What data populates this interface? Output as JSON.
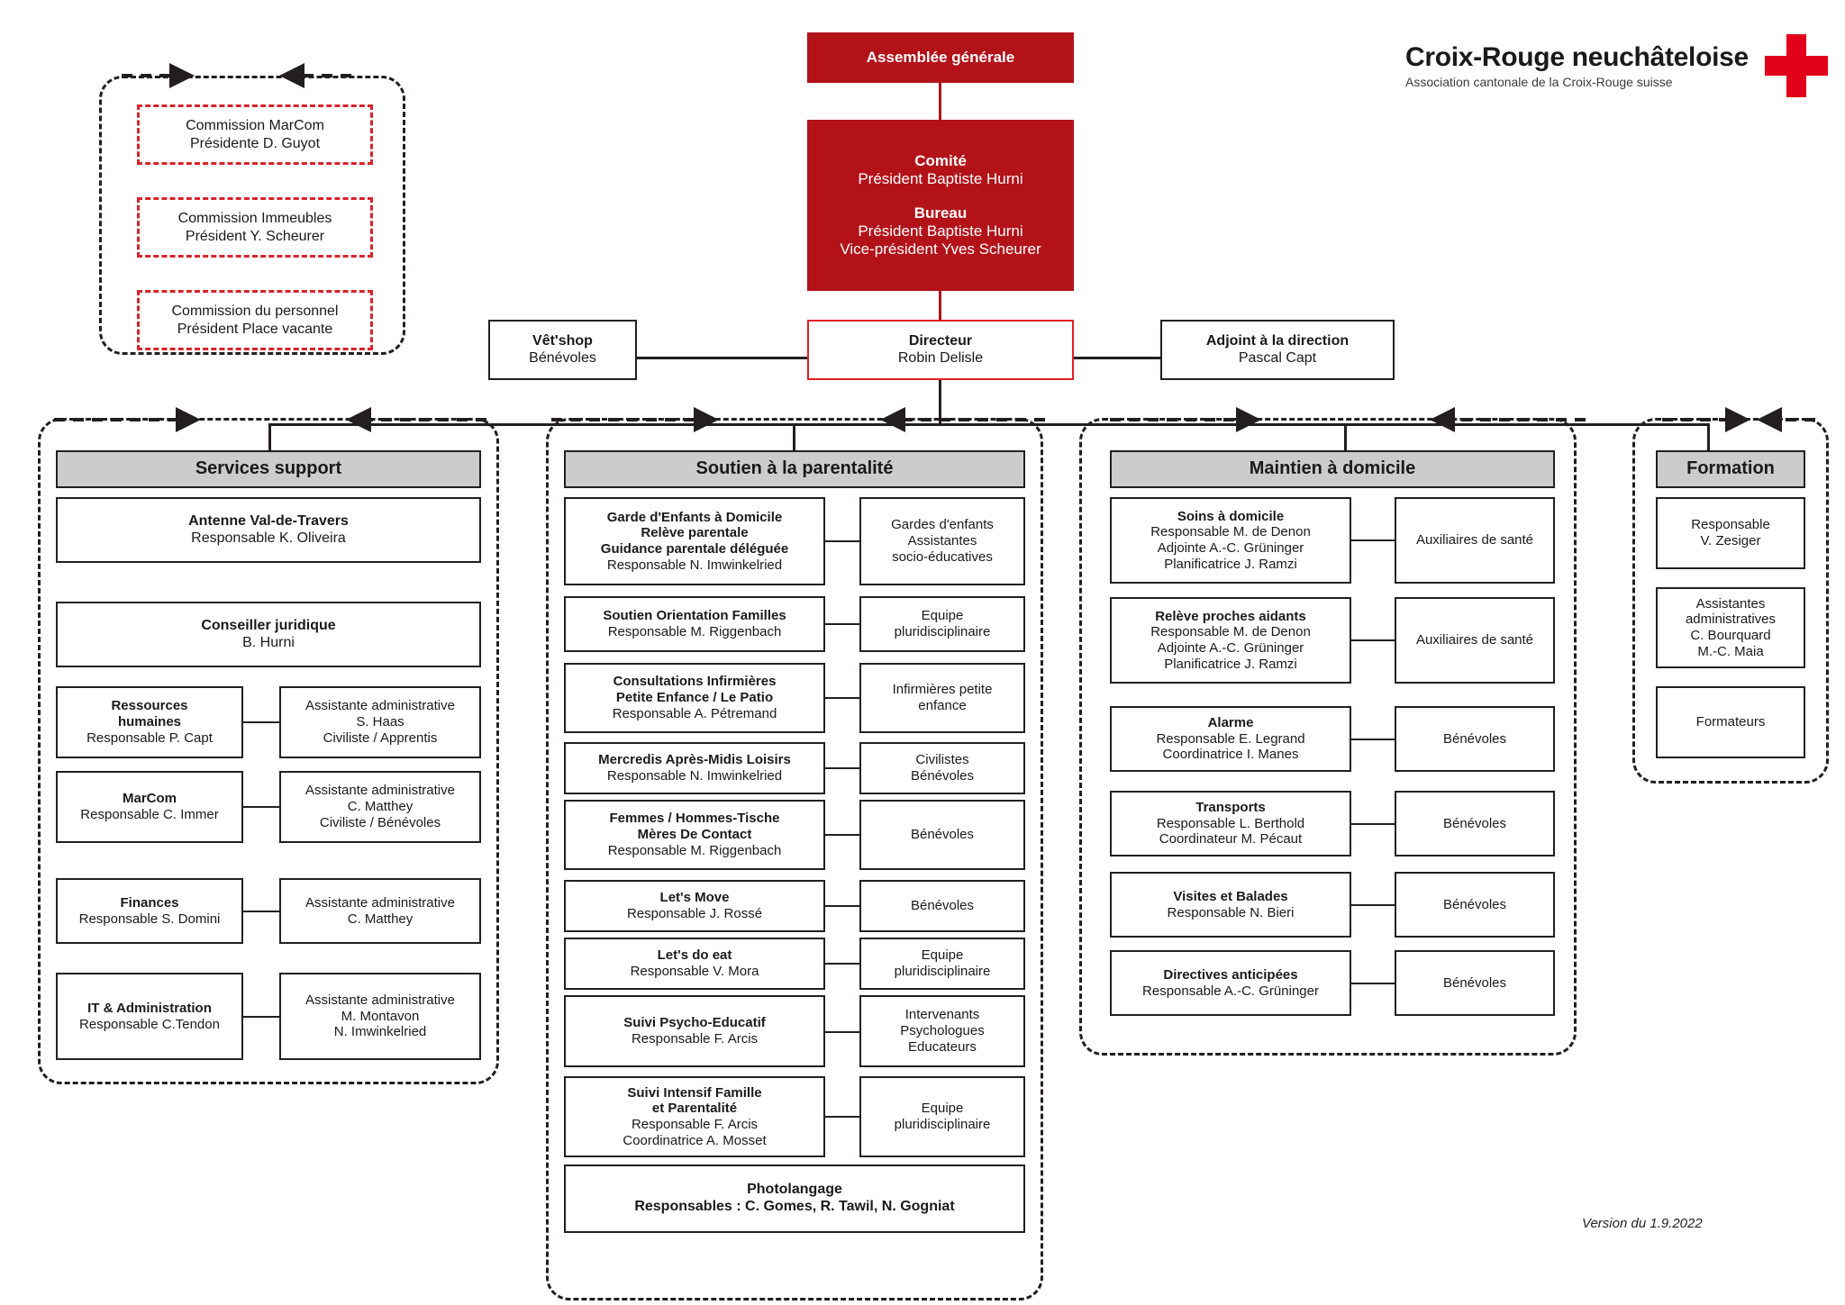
{
  "logo": {
    "title": "Croix-Rouge neuchâteloise",
    "subtitle": "Association cantonale de la Croix-Rouge suisse",
    "icon": "red-cross-icon"
  },
  "version": "Version du 1.9.2022",
  "colors": {
    "red": "#B31219",
    "red_outline": "#E01F26",
    "commission_red": "#D8232A",
    "header_gray": "#CCCCCC",
    "logo_red": "#E2001A"
  },
  "top": {
    "assembly": {
      "title": "Assemblée générale"
    },
    "committee": {
      "comite_title": "Comité",
      "comite_line": "Président Baptiste Hurni",
      "bureau_title": "Bureau",
      "bureau_line1": "Président Baptiste Hurni",
      "bureau_line2": "Vice-président Yves Scheurer"
    },
    "director": {
      "title": "Directeur",
      "name": "Robin Delisle"
    },
    "vetshop": {
      "title": "Vêt'shop",
      "name": "Bénévoles"
    },
    "adjoint": {
      "title": "Adjoint à la direction",
      "name": "Pascal Capt"
    }
  },
  "commissions": [
    {
      "title": "Commission MarCom",
      "name": "Présidente D. Guyot"
    },
    {
      "title": "Commission Immeubles",
      "name": "Président Y. Scheurer"
    },
    {
      "title": "Commission du personnel",
      "name": "Président Place vacante"
    }
  ],
  "groups": {
    "services_support": {
      "header": "Services support",
      "wide": [
        {
          "title": "Antenne Val-de-Travers",
          "lines": [
            "Responsable K. Oliveira"
          ]
        },
        {
          "title": "Conseiller juridique",
          "lines": [
            "B. Hurni"
          ]
        }
      ],
      "pairs": [
        {
          "left_title": [
            "Ressources",
            "humaines"
          ],
          "left_lines": [
            "Responsable P. Capt"
          ],
          "right_lines": [
            "Assistante administrative",
            "S. Haas",
            "Civiliste / Apprentis"
          ]
        },
        {
          "left_title": [
            "MarCom"
          ],
          "left_lines": [
            "Responsable C. Immer"
          ],
          "right_lines": [
            "Assistante administrative",
            "C. Matthey",
            "Civiliste / Bénévoles"
          ]
        },
        {
          "left_title": [
            "Finances"
          ],
          "left_lines": [
            "Responsable S. Domini"
          ],
          "right_lines": [
            "Assistante administrative",
            "C. Matthey"
          ]
        },
        {
          "left_title": [
            "IT & Administration"
          ],
          "left_lines": [
            "Responsable C.Tendon"
          ],
          "right_lines": [
            "Assistante administrative",
            "M. Montavon",
            "N. Imwinkelried"
          ]
        }
      ]
    },
    "soutien_parentalite": {
      "header": "Soutien à la parentalité",
      "pairs": [
        {
          "left_title": [
            "Garde d'Enfants à Domicile",
            "Relève parentale",
            "Guidance parentale déléguée"
          ],
          "left_lines": [
            "Responsable  N. Imwinkelried"
          ],
          "right_lines": [
            "Gardes d'enfants",
            "Assistantes",
            "socio-éducatives"
          ]
        },
        {
          "left_title": [
            "Soutien Orientation Familles"
          ],
          "left_lines": [
            "Responsable  M. Riggenbach"
          ],
          "right_lines": [
            "Equipe",
            "pluridisciplinaire"
          ]
        },
        {
          "left_title": [
            "Consultations Infirmières",
            "Petite Enfance / Le Patio"
          ],
          "left_lines": [
            "Responsable A. Pétremand"
          ],
          "right_lines": [
            "Infirmières petite",
            "enfance"
          ]
        },
        {
          "left_title": [
            "Mercredis Après-Midis Loisirs"
          ],
          "left_lines": [
            "Responsable N. Imwinkelried"
          ],
          "right_lines": [
            "Civilistes",
            "Bénévoles"
          ]
        },
        {
          "left_title": [
            "Femmes / Hommes-Tische",
            "Mères De Contact"
          ],
          "left_lines": [
            "Responsable M. Riggenbach"
          ],
          "right_lines": [
            "Bénévoles"
          ]
        },
        {
          "left_title": [
            "Let's Move"
          ],
          "left_lines": [
            "Responsable J. Rossé"
          ],
          "right_lines": [
            "Bénévoles"
          ]
        },
        {
          "left_title": [
            "Let's do eat"
          ],
          "left_lines": [
            "Responsable V. Mora"
          ],
          "right_lines": [
            "Equipe",
            "pluridisciplinaire"
          ]
        },
        {
          "left_title": [
            "Suivi Psycho-Educatif"
          ],
          "left_lines": [
            "Responsable F. Arcis"
          ],
          "right_lines": [
            "Intervenants",
            "Psychologues",
            "Educateurs"
          ]
        },
        {
          "left_title": [
            "Suivi Intensif Famille",
            "et Parentalité"
          ],
          "left_lines": [
            "Responsable F. Arcis",
            "Coordinatrice A. Mosset"
          ],
          "right_lines": [
            "Equipe",
            "pluridisciplinaire"
          ]
        }
      ],
      "full": {
        "title": "Photolangage",
        "subtitle": "Responsables : C. Gomes, R. Tawil, N. Gogniat"
      }
    },
    "maintien_domicile": {
      "header": "Maintien à domicile",
      "pairs": [
        {
          "left_title": [
            "Soins à domicile"
          ],
          "left_lines": [
            "Responsable M. de Denon",
            "Adjointe A.-C. Grüninger",
            "Planificatrice J. Ramzi"
          ],
          "right_lines": [
            "Auxiliaires de santé"
          ]
        },
        {
          "left_title": [
            "Relève proches aidants"
          ],
          "left_lines": [
            "Responsable M. de Denon",
            "Adjointe A.-C. Grüninger",
            "Planificatrice J. Ramzi"
          ],
          "right_lines": [
            "Auxiliaires de santé"
          ]
        },
        {
          "left_title": [
            "Alarme"
          ],
          "left_lines": [
            "Responsable E. Legrand",
            "Coordinatrice I. Manes"
          ],
          "right_lines": [
            "Bénévoles"
          ]
        },
        {
          "left_title": [
            "Transports"
          ],
          "left_lines": [
            "Responsable L. Berthold",
            "Coordinateur M. Pécaut"
          ],
          "right_lines": [
            "Bénévoles"
          ]
        },
        {
          "left_title": [
            "Visites et Balades"
          ],
          "left_lines": [
            "Responsable N. Bieri"
          ],
          "right_lines": [
            "Bénévoles"
          ]
        },
        {
          "left_title": [
            "Directives anticipées"
          ],
          "left_lines": [
            "Responsable A.-C. Grüninger"
          ],
          "right_lines": [
            "Bénévoles"
          ]
        }
      ]
    },
    "formation": {
      "header": "Formation",
      "items": [
        {
          "lines": [
            "Responsable",
            "V. Zesiger"
          ]
        },
        {
          "lines": [
            "Assistantes",
            "administratives",
            "C. Bourquard",
            "M.-C. Maia"
          ]
        },
        {
          "lines": [
            "Formateurs"
          ]
        }
      ]
    }
  }
}
